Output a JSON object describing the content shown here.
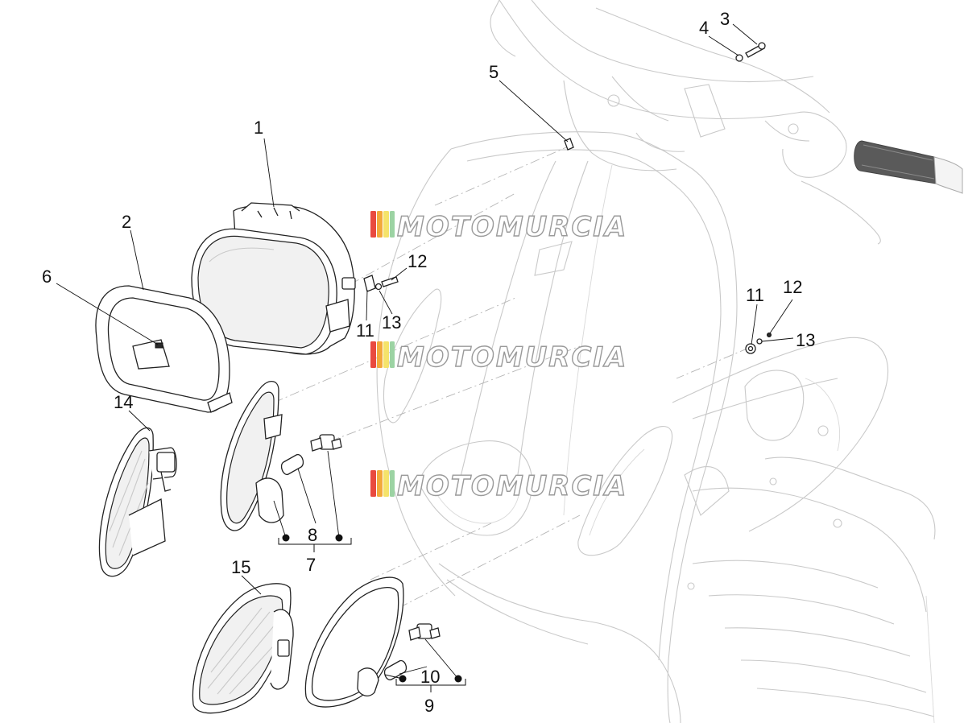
{
  "watermark": {
    "text": "MOTOMURCIA",
    "stripe_colors": [
      "#e94a3f",
      "#f2a93b",
      "#f5e36a",
      "#9cd3a3"
    ]
  },
  "callouts": [
    {
      "id": "c1",
      "label": "1"
    },
    {
      "id": "c2",
      "label": "2"
    },
    {
      "id": "c3",
      "label": "3"
    },
    {
      "id": "c4",
      "label": "4"
    },
    {
      "id": "c5",
      "label": "5"
    },
    {
      "id": "c6",
      "label": "6"
    },
    {
      "id": "c7",
      "label": "7"
    },
    {
      "id": "c8",
      "label": "8"
    },
    {
      "id": "c9",
      "label": "9"
    },
    {
      "id": "c10",
      "label": "10"
    },
    {
      "id": "c11a",
      "label": "11"
    },
    {
      "id": "c11b",
      "label": "11"
    },
    {
      "id": "c12a",
      "label": "12"
    },
    {
      "id": "c12b",
      "label": "12"
    },
    {
      "id": "c13a",
      "label": "13"
    },
    {
      "id": "c13b",
      "label": "13"
    },
    {
      "id": "c14",
      "label": "14"
    },
    {
      "id": "c15",
      "label": "15"
    }
  ]
}
